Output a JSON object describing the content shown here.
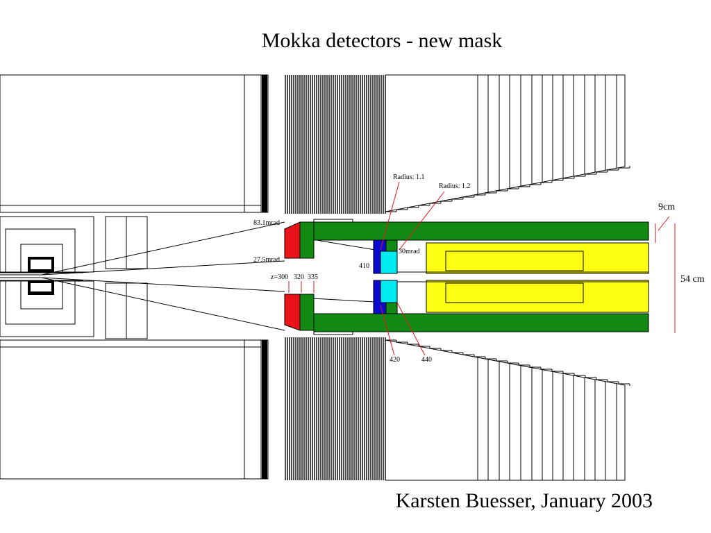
{
  "title": "Mokka detectors - new mask",
  "footer": "Karsten Buesser, January 2003",
  "labels": {
    "angle_outer": "83.1mrad",
    "angle_inner": "27.5mrad",
    "angle_30": "30mrad",
    "radius_1": "Radius: 1.1",
    "radius_2": "Radius: 1.2",
    "z_300": "z=300",
    "z_320": "320",
    "z_335": "335",
    "z_410": "410",
    "z_420": "420",
    "z_440": "440",
    "dim_9cm": "9cm",
    "dim_54cm": "54 cm"
  },
  "colors": {
    "mask_green": "#138a13",
    "tungsten_red": "#e8141a",
    "lumical_blue": "#0a0ad0",
    "cyan_block": "#00eaf2",
    "yellow_block": "#ffff14",
    "annotation_red": "#e8141a"
  }
}
